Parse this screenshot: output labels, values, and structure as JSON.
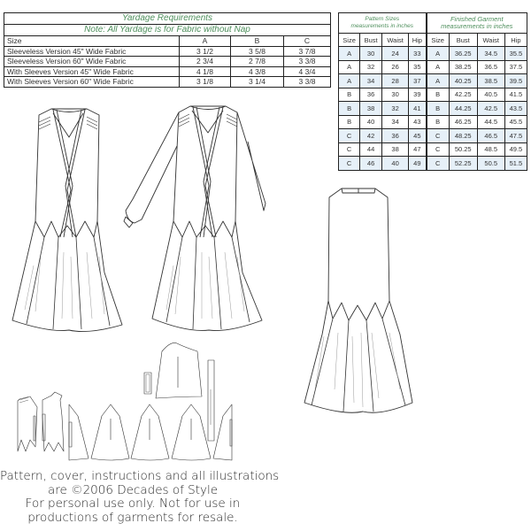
{
  "yardage": {
    "title": "Yardage Requirements",
    "note": "Note:  All Yardage is for Fabric without Nap",
    "header": [
      "Size",
      "A",
      "B",
      "C"
    ],
    "rows": [
      {
        "label": "Sleeveless Version 45\"  Wide Fabric",
        "a": "3  1/2",
        "b": "3  5/8",
        "c": "3  7/8"
      },
      {
        "label": "Sleeveless Version 60\" Wide Fabric",
        "a": "2  3/4",
        "b": "2  7/8",
        "c": "3  3/8"
      },
      {
        "label": "With Sleeves Version 45\" Wide Fabric",
        "a": "4  1/8",
        "b": "4  3/8",
        "c": "4  3/4"
      },
      {
        "label": "With Sleeves Version 60\" Wide Fabric",
        "a": "3  1/8",
        "b": "3  1/4",
        "c": "3  3/8"
      }
    ]
  },
  "size_chart": {
    "pattern_group_line1": "Pattern Sizes",
    "pattern_group_line2": "measurements in inches",
    "finished_group_line1": "Finished Garment",
    "finished_group_line2": "measurements in inches",
    "columns": [
      "Size",
      "Bust",
      "Waist",
      "Hip",
      "Size",
      "Bust",
      "Waist",
      "Hip"
    ],
    "rows": [
      [
        "A",
        "30",
        "24",
        "33",
        "A",
        "36.25",
        "34.5",
        "35.5"
      ],
      [
        "A",
        "32",
        "26",
        "35",
        "A",
        "38.25",
        "36.5",
        "37.5"
      ],
      [
        "A",
        "34",
        "28",
        "37",
        "A",
        "40.25",
        "38.5",
        "39.5"
      ],
      [
        "B",
        "36",
        "30",
        "39",
        "B",
        "42.25",
        "40.5",
        "41.5"
      ],
      [
        "B",
        "38",
        "32",
        "41",
        "B",
        "44.25",
        "42.5",
        "43.5"
      ],
      [
        "B",
        "40",
        "34",
        "43",
        "B",
        "46.25",
        "44.5",
        "45.5"
      ],
      [
        "C",
        "42",
        "36",
        "45",
        "C",
        "48.25",
        "46.5",
        "47.5"
      ],
      [
        "C",
        "44",
        "38",
        "47",
        "C",
        "50.25",
        "48.5",
        "49.5"
      ],
      [
        "C",
        "46",
        "40",
        "49",
        "C",
        "52.25",
        "50.5",
        "51.5"
      ]
    ],
    "accent_color": "#4e8f5c",
    "alt_row_color": "#e6f0f8"
  },
  "illustrations": {
    "front_sleeveless": "sleeveless-dress-front",
    "front_sleeves": "long-sleeve-dress-front",
    "back_view": "dress-back-view",
    "pattern_pieces": "pattern-pieces"
  },
  "footer": {
    "line1": "Pattern, cover, instructions and all illustrations",
    "line2": "are ©2006 Decades of Style",
    "line3": "For personal use only. Not for use in",
    "line4": "productions of garments for resale."
  }
}
